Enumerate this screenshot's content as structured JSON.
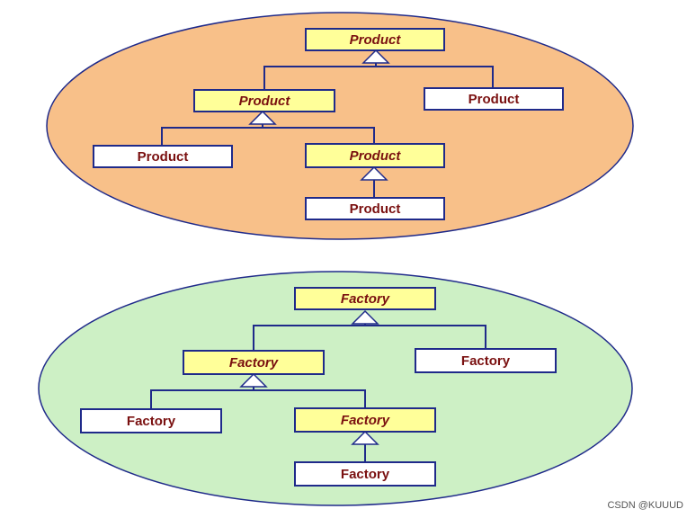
{
  "colors": {
    "top_ellipse_fill": "#f8c089",
    "bottom_ellipse_fill": "#cdf0c5",
    "abstract_fill": "#ffff99",
    "concrete_fill": "#ffffff",
    "border": "#1f2a8a",
    "label": "#7a1010"
  },
  "product_hierarchy": {
    "root": "Product",
    "mid_left": "Product",
    "right": "Product",
    "leaf_left": "Product",
    "mid_right": "Product",
    "bottom": "Product"
  },
  "factory_hierarchy": {
    "root": "Factory",
    "mid_left": "Factory",
    "right": "Factory",
    "leaf_left": "Factory",
    "mid_right": "Factory",
    "bottom": "Factory"
  },
  "watermark": "CSDN @KUUUD"
}
